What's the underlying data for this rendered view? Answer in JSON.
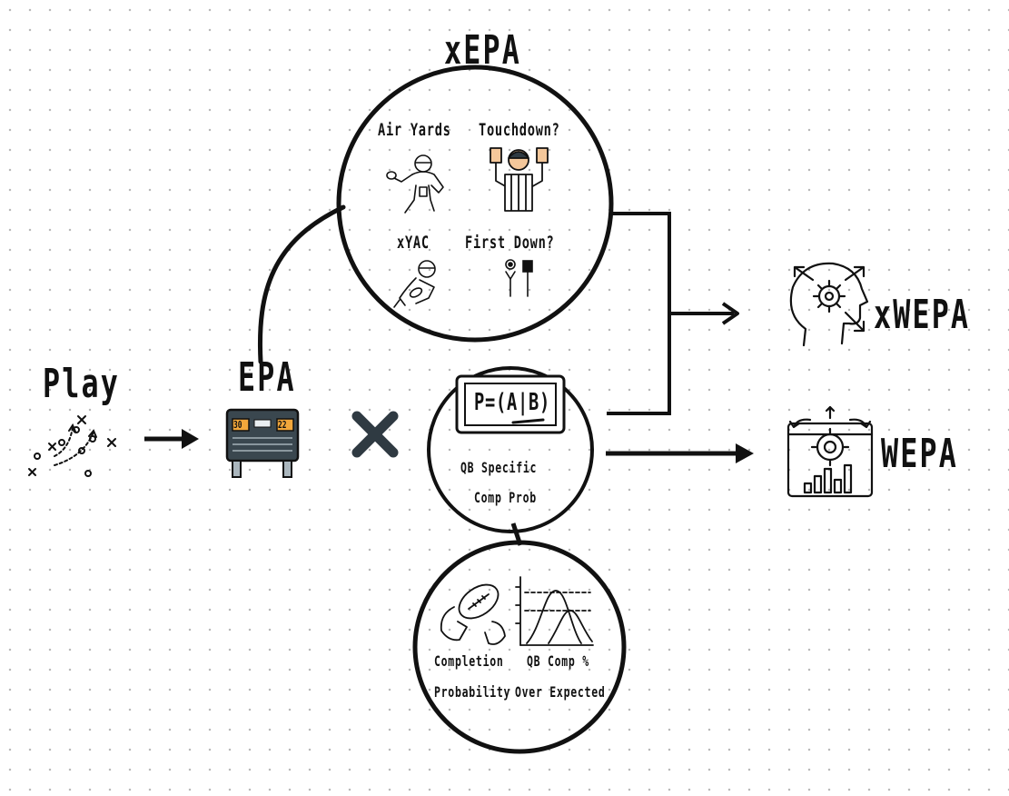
{
  "nodes": {
    "play": "Play",
    "epa": "EPA",
    "xepa": "xEPA",
    "xwepa": "xWEPA",
    "wepa": "WEPA"
  },
  "xepa_components": {
    "air_yards": "Air Yards",
    "touchdown": "Touchdown?",
    "xyac": "xYAC",
    "first_down": "First Down?"
  },
  "qb_comp_prob": {
    "formula": "P=(A|B)",
    "label_line1": "QB Specific",
    "label_line2": "Comp Prob"
  },
  "completion_components": {
    "completion_line1": "Completion",
    "completion_line2": "Probability",
    "qb_comp_line1": "QB Comp %",
    "qb_comp_line2": "Over Expected"
  },
  "scoreboard": {
    "home": "30",
    "away": "22"
  },
  "operator": "×"
}
